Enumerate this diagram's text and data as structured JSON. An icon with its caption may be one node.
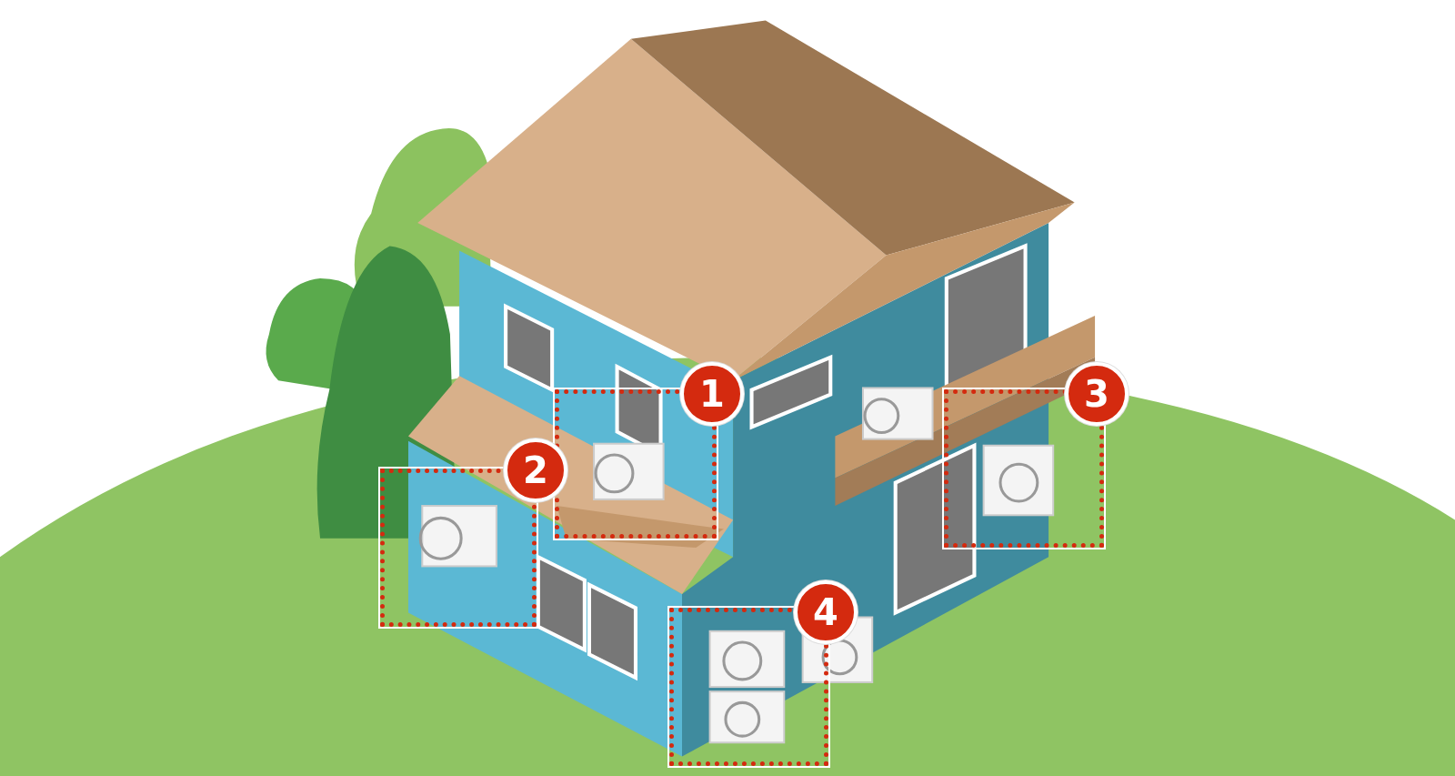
{
  "diagram": {
    "nodes": [
      {
        "text": [
          "1"
        ]
      },
      {
        "text": [
          "2"
        ]
      },
      {
        "text": [
          "3"
        ]
      },
      {
        "text": [
          "4"
        ]
      }
    ]
  }
}
